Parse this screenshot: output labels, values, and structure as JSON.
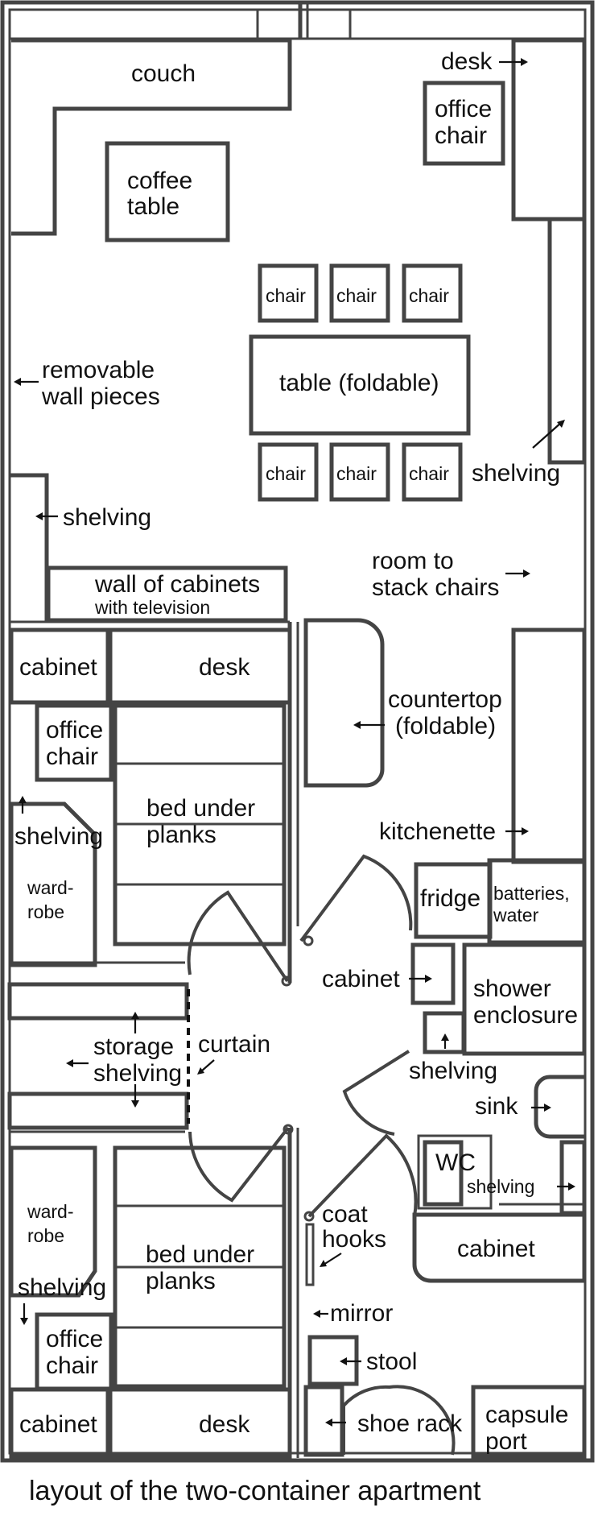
{
  "colors": {
    "line": "#444444",
    "text": "#111111",
    "background": "#ffffff"
  },
  "labels": {
    "couch": "couch",
    "coffee_table": [
      "coffee",
      "table"
    ],
    "desk_top": "desk",
    "office_chair_top": [
      "office",
      "chair"
    ],
    "chair": "chair",
    "dining_table": "table (foldable)",
    "removable_wall": [
      "removable",
      "wall pieces"
    ],
    "shelving": "shelving",
    "room_to_stack": [
      "room to",
      "stack chairs"
    ],
    "cabinet_wall": [
      "wall of cabinets",
      "with television"
    ],
    "cabinet": "cabinet",
    "desk": "desk",
    "office_chair": [
      "office",
      "chair"
    ],
    "wardrobe": [
      "ward-",
      "robe"
    ],
    "bed": [
      "bed under",
      "planks"
    ],
    "countertop": [
      "countertop",
      "(foldable)"
    ],
    "kitchenette": "kitchenette",
    "fridge": "fridge",
    "batteries": [
      "batteries,",
      "water"
    ],
    "shower": [
      "shower",
      "enclosure"
    ],
    "storage": [
      "storage",
      "shelving"
    ],
    "curtain": "curtain",
    "sink": "sink",
    "wc": "WC",
    "coat_hooks": [
      "coat",
      "hooks"
    ],
    "mirror": "mirror",
    "stool": "stool",
    "shoe_rack": "shoe rack",
    "capsule_port": [
      "capsule",
      "port"
    ]
  },
  "caption": "layout of the two-container apartment"
}
